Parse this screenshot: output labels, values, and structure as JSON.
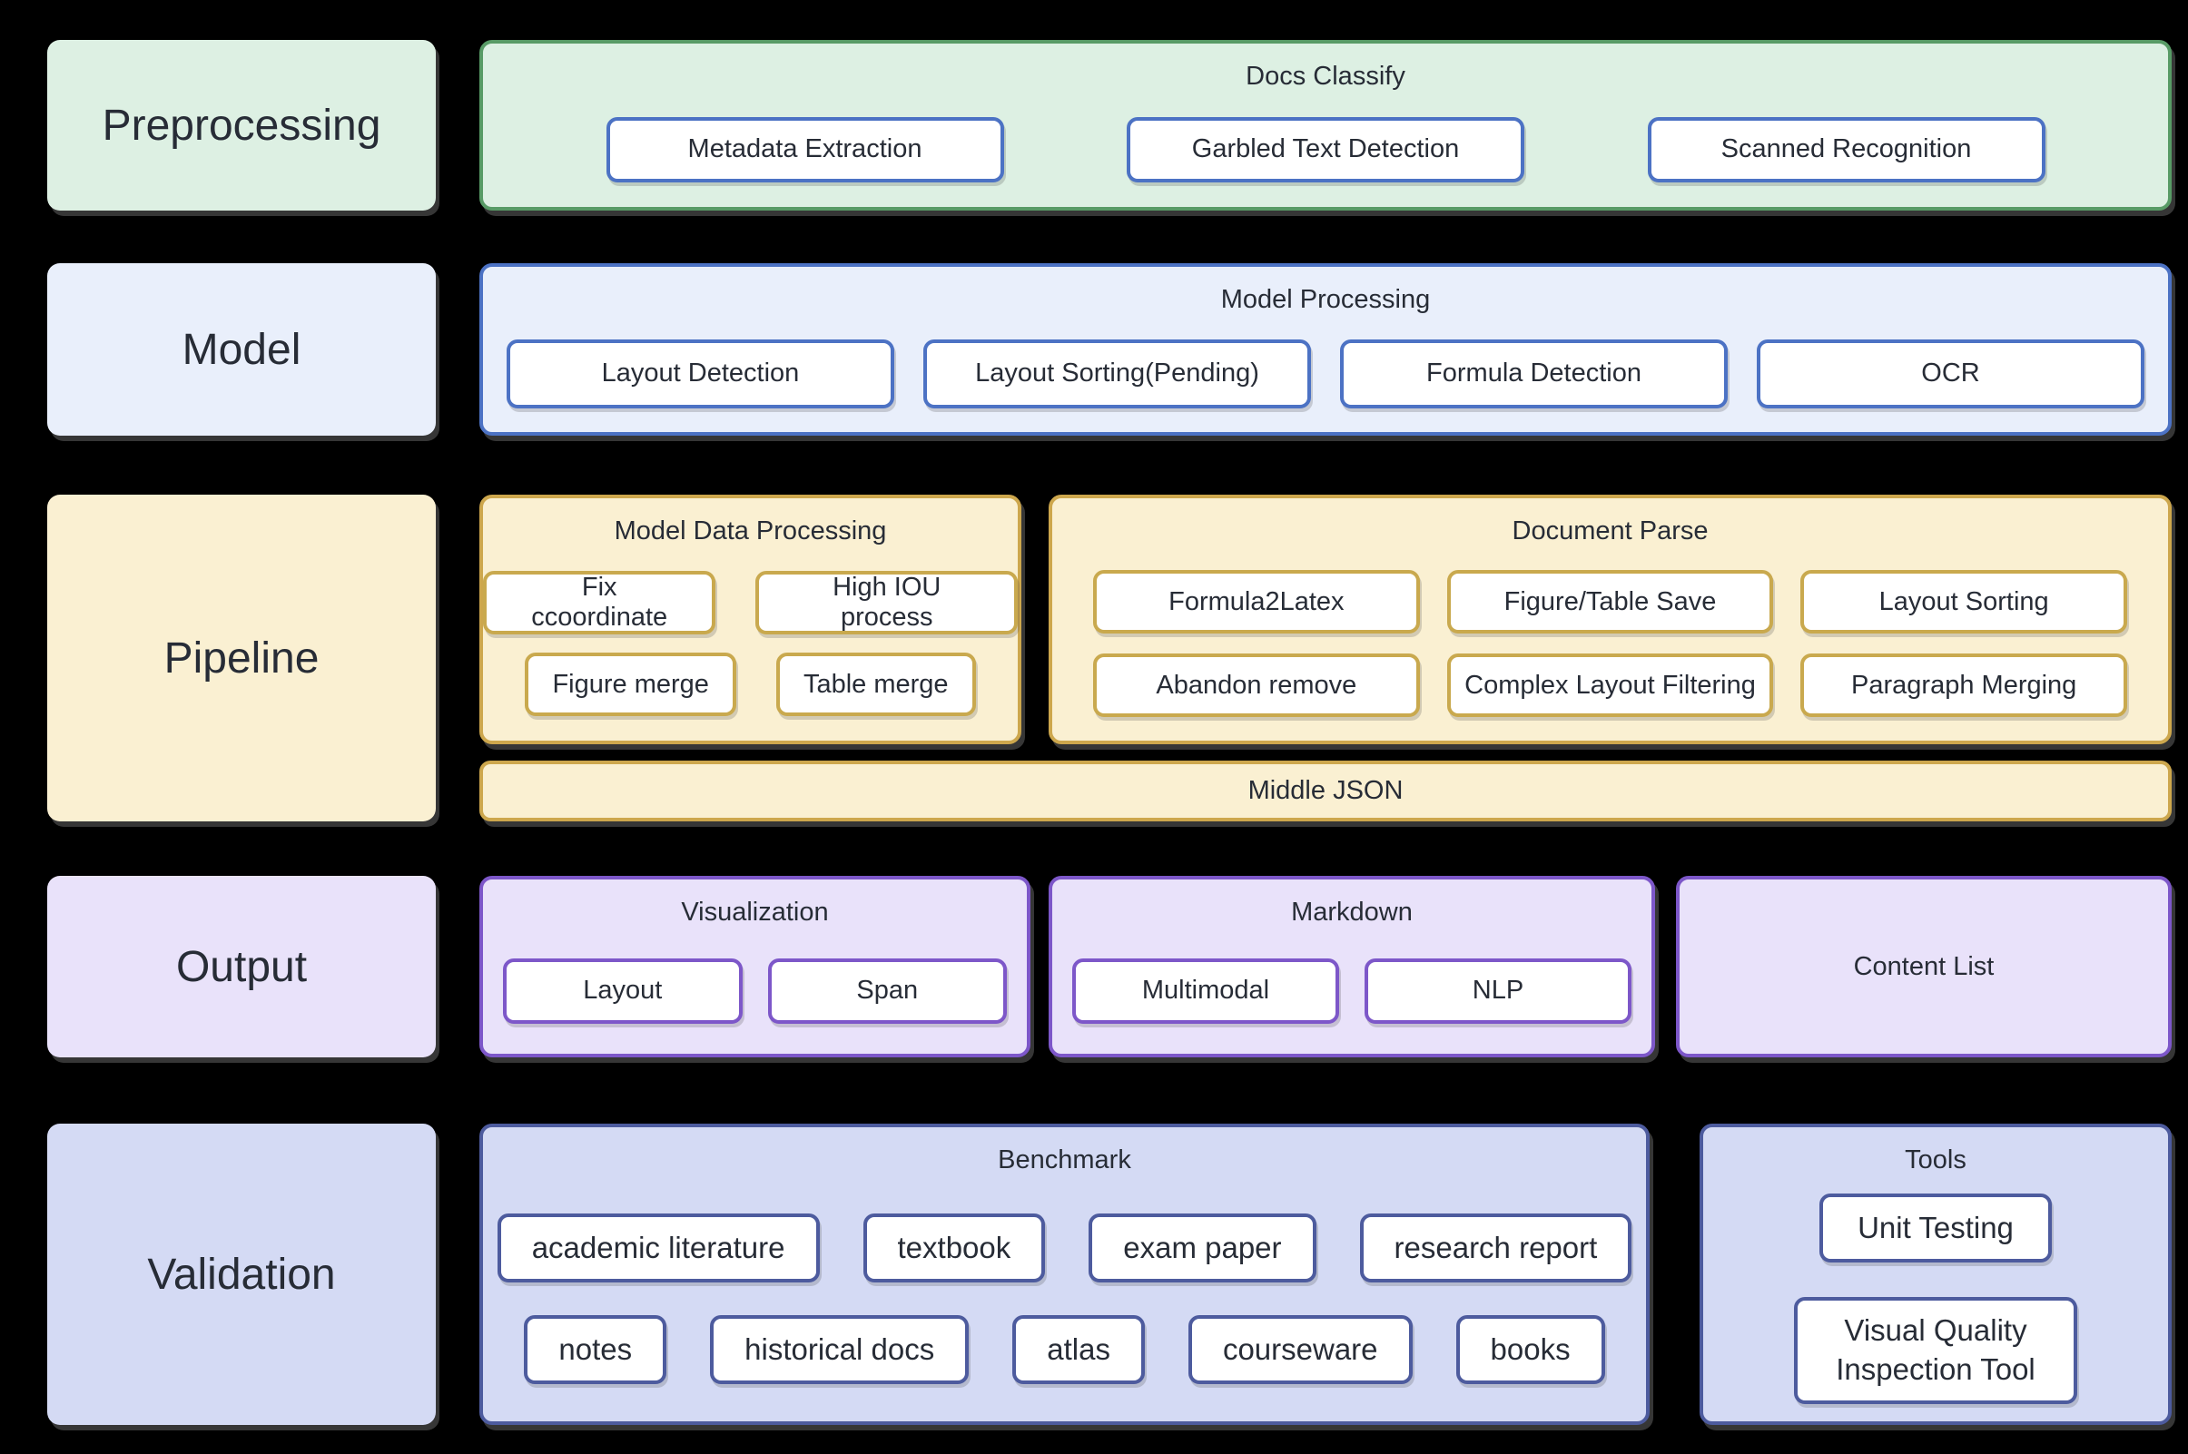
{
  "colors": {
    "background": "#000000",
    "text": "#272c36",
    "green_fill": "#ddf0e3",
    "green_border": "#589b66",
    "blue_fill": "#e9effb",
    "blue_border": "#4c72c4",
    "gold_fill": "#faf0d2",
    "gold_border": "#cda74d",
    "purple_fill": "#e9e2fa",
    "purple_border": "#7d57c9",
    "slate_fill": "#d4daf4",
    "slate_border": "#4d5b9e",
    "node_fill": "#ffffff"
  },
  "rows": [
    {
      "label": "Preprocessing",
      "containers": [
        {
          "title": "Docs Classify",
          "buttons": [
            "Metadata Extraction",
            "Garbled Text Detection",
            "Scanned Recognition"
          ]
        }
      ]
    },
    {
      "label": "Model",
      "containers": [
        {
          "title": "Model Processing",
          "buttons": [
            "Layout Detection",
            "Layout Sorting(Pending)",
            "Formula Detection",
            "OCR"
          ]
        }
      ]
    },
    {
      "label": "Pipeline",
      "containers": [
        {
          "title": "Model Data Processing",
          "rows": [
            [
              "Fix ccoordinate",
              "High IOU process"
            ],
            [
              "Figure merge",
              "Table merge"
            ]
          ]
        },
        {
          "title": "Document Parse",
          "rows": [
            [
              "Formula2Latex",
              "Figure/Table Save",
              "Layout Sorting"
            ],
            [
              "Abandon remove",
              "Complex Layout Filtering",
              "Paragraph Merging"
            ]
          ]
        }
      ],
      "bar": "Middle JSON"
    },
    {
      "label": "Output",
      "containers": [
        {
          "title": "Visualization",
          "buttons": [
            "Layout",
            "Span"
          ]
        },
        {
          "title": "Markdown",
          "buttons": [
            "Multimodal",
            "NLP"
          ]
        },
        {
          "title": "Content List",
          "buttons": []
        }
      ]
    },
    {
      "label": "Validation",
      "containers": [
        {
          "title": "Benchmark",
          "rows": [
            [
              "academic literature",
              "textbook",
              "exam paper",
              "research report"
            ],
            [
              "notes",
              "historical docs",
              "atlas",
              "courseware",
              "books"
            ]
          ]
        },
        {
          "title": "Tools",
          "rows": [
            [
              "Unit Testing"
            ],
            [
              "Visual Quality Inspection Tool"
            ]
          ]
        }
      ]
    }
  ]
}
